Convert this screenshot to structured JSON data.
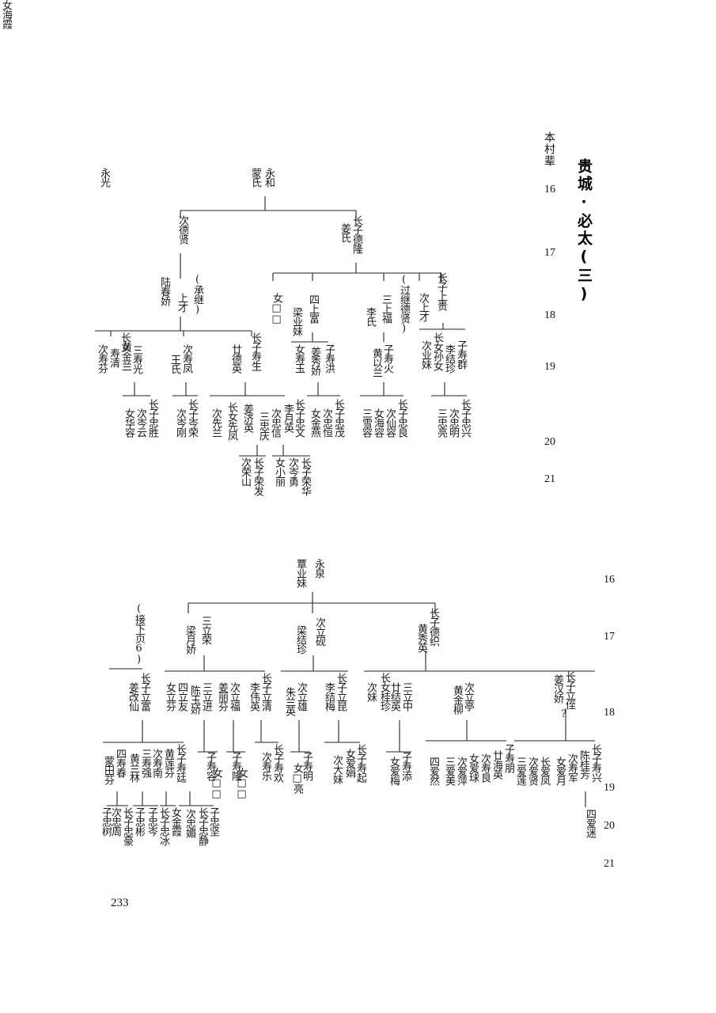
{
  "title": "贵城·必太(三)",
  "header": "本村辈",
  "page_number": "233",
  "generations_top": [
    {
      "label": "16"
    },
    {
      "label": "17"
    },
    {
      "label": "18"
    },
    {
      "label": "19"
    },
    {
      "label": "20"
    },
    {
      "label": "21"
    }
  ],
  "generations_bottom": [
    {
      "label": "16"
    },
    {
      "label": "17"
    },
    {
      "label": "18"
    },
    {
      "label": "19"
    },
    {
      "label": "20"
    },
    {
      "label": "21"
    }
  ],
  "top_tree": [
    {
      "text": "永光"
    },
    {
      "text": "永和"
    },
    {
      "text": "蒙氏"
    },
    {
      "text": "长子德隆"
    },
    {
      "text": "姜氏"
    },
    {
      "text": "次德贤"
    },
    {
      "text": "长子上贵"
    },
    {
      "text": "次上才"
    },
    {
      "text": "(过继德贤)"
    },
    {
      "text": "三上福"
    },
    {
      "text": "李氏"
    },
    {
      "text": "四上富"
    },
    {
      "text": "梁业妹"
    },
    {
      "text": "女□□"
    },
    {
      "text": "(承继)"
    },
    {
      "text": "上才"
    },
    {
      "text": "陆春娇"
    },
    {
      "text": "子寿群"
    },
    {
      "text": "李结珍"
    },
    {
      "text": "长女孙女"
    },
    {
      "text": "次业妹"
    },
    {
      "text": "子寿火"
    },
    {
      "text": "黄以兰"
    },
    {
      "text": "子寿洪"
    },
    {
      "text": "姜秀娇"
    },
    {
      "text": "女寿玉"
    },
    {
      "text": "长子寿生"
    },
    {
      "text": "廿德英"
    },
    {
      "text": "次寿凤"
    },
    {
      "text": "王氏"
    },
    {
      "text": "长女"
    },
    {
      "text": "次寿芬"
    },
    {
      "text": "寿清"
    },
    {
      "text": "三寿光"
    },
    {
      "text": "黄金兰"
    },
    {
      "text": "长子忠兴"
    },
    {
      "text": "次忠明"
    },
    {
      "text": "三忠亮"
    },
    {
      "text": "长子忠良"
    },
    {
      "text": "次仙容"
    },
    {
      "text": "女海容"
    },
    {
      "text": "三雪容"
    },
    {
      "text": "长子忠茂"
    },
    {
      "text": "次忠恒"
    },
    {
      "text": "女金燕"
    },
    {
      "text": "长子忠文"
    },
    {
      "text": "李月英"
    },
    {
      "text": "次忠信"
    },
    {
      "text": "三忠庆"
    },
    {
      "text": "姜济英"
    },
    {
      "text": "长女先凤"
    },
    {
      "text": "次先兰"
    },
    {
      "text": "长子岑荣"
    },
    {
      "text": "次岑刚"
    },
    {
      "text": "长子忠胜"
    },
    {
      "text": "次岑云"
    },
    {
      "text": "女华容"
    },
    {
      "text": "长子荣华"
    },
    {
      "text": "次岑勇"
    },
    {
      "text": "女小丽"
    },
    {
      "text": "长子荣发"
    },
    {
      "text": "次荣山"
    }
  ],
  "bottom_tree": [
    {
      "text": "永泉"
    },
    {
      "text": "覃业妹"
    },
    {
      "text": "长子德织"
    },
    {
      "text": "黄秀英"
    },
    {
      "text": "次立砚"
    },
    {
      "text": "梁结珍"
    },
    {
      "text": "三立荣"
    },
    {
      "text": "梁月娇"
    },
    {
      "text": "(接下页6)"
    },
    {
      "text": "长子立富"
    },
    {
      "text": "姜改仙"
    },
    {
      "text": "长子立清"
    },
    {
      "text": "李伟英"
    },
    {
      "text": "次立福"
    },
    {
      "text": "姜丽芬"
    },
    {
      "text": "三立进"
    },
    {
      "text": "陈玉娇"
    },
    {
      "text": "四立友"
    },
    {
      "text": "女立芬"
    },
    {
      "text": "长子立昆"
    },
    {
      "text": "李结梅"
    },
    {
      "text": "次立雄"
    },
    {
      "text": "朱兰英"
    },
    {
      "text": "长女桂珍"
    },
    {
      "text": "次妹"
    },
    {
      "text": "三立中"
    },
    {
      "text": "廿结英"
    },
    {
      "text": "次立亭"
    },
    {
      "text": "黄金柳"
    },
    {
      "text": "长子立侄"
    },
    {
      "text": "姜汉娇"
    },
    {
      "text": "?"
    },
    {
      "text": "长子寿廷"
    },
    {
      "text": "黄莲芬"
    },
    {
      "text": "次寿南"
    },
    {
      "text": "三寿强"
    },
    {
      "text": "黄兰林"
    },
    {
      "text": "四寿春"
    },
    {
      "text": "蒙田芬"
    },
    {
      "text": "长子寿欢"
    },
    {
      "text": "次寿乐"
    },
    {
      "text": "子寿隆"
    },
    {
      "text": "女□□"
    },
    {
      "text": "子寿容"
    },
    {
      "text": "女□□"
    },
    {
      "text": "长子寿起"
    },
    {
      "text": "女爱娟"
    },
    {
      "text": "次大妹"
    },
    {
      "text": "子寿明"
    },
    {
      "text": "女□亮"
    },
    {
      "text": "子寿添"
    },
    {
      "text": "女爱梅"
    },
    {
      "text": "子寿朋"
    },
    {
      "text": "廿海英"
    },
    {
      "text": "次寿良"
    },
    {
      "text": "女爱球"
    },
    {
      "text": "次爱萍"
    },
    {
      "text": "三爱美"
    },
    {
      "text": "四爱然"
    },
    {
      "text": "长子寿兴"
    },
    {
      "text": "陈桂芳"
    },
    {
      "text": "次寿军"
    },
    {
      "text": "女爱月"
    },
    {
      "text": "长爱凤"
    },
    {
      "text": "次爱贤"
    },
    {
      "text": "三爱莲"
    },
    {
      "text": "四爱迷"
    },
    {
      "text": "子忠坚"
    },
    {
      "text": "长子忠静"
    },
    {
      "text": "次忠媚"
    },
    {
      "text": "女金霞"
    },
    {
      "text": "长子忠冰"
    },
    {
      "text": "子忠岑"
    },
    {
      "text": "子忠彬"
    },
    {
      "text": "长子忠豪"
    },
    {
      "text": "次忠周"
    },
    {
      "text": "子忠树"
    },
    {
      "text": "女海霞"
    }
  ]
}
